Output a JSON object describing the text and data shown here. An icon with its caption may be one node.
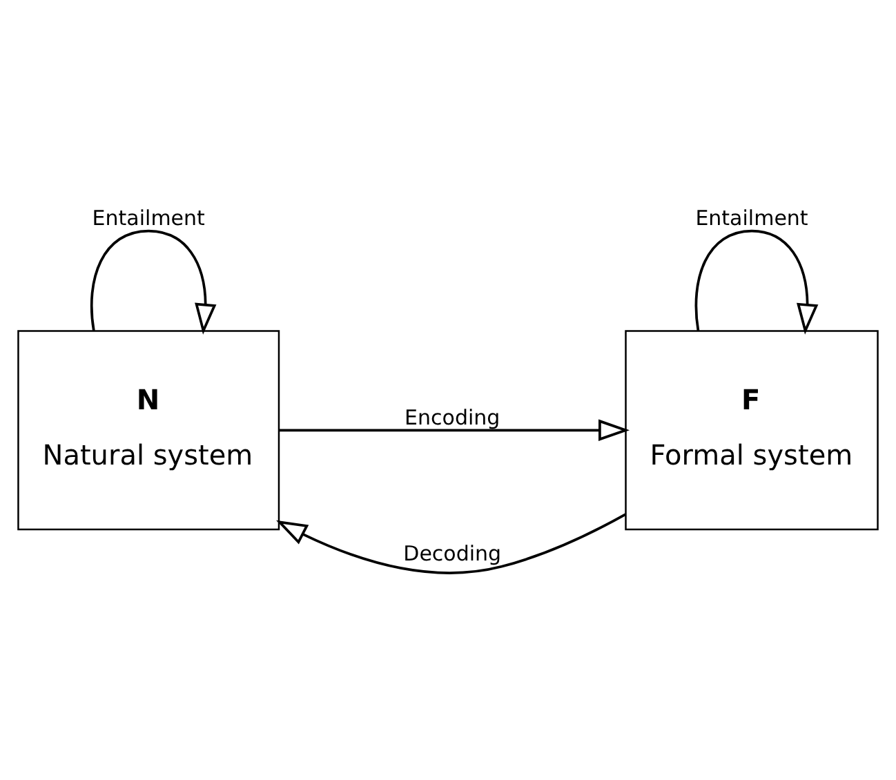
{
  "diagram": {
    "nodes": [
      {
        "text": [
          "N",
          "Natural system"
        ]
      },
      {
        "text": [
          "F",
          "Formal system"
        ]
      }
    ],
    "edges": [
      {
        "from": 1,
        "to": 0,
        "arrow": "to",
        "label": "Decoding"
      },
      {
        "from": 0,
        "to": 1,
        "arrow": "to",
        "label": "Encoding"
      },
      {
        "from": 0,
        "to": 0,
        "arrow": "to",
        "label": "Entailment"
      },
      {
        "from": 1,
        "to": 1,
        "arrow": "to",
        "label": "Entailment"
      }
    ]
  }
}
